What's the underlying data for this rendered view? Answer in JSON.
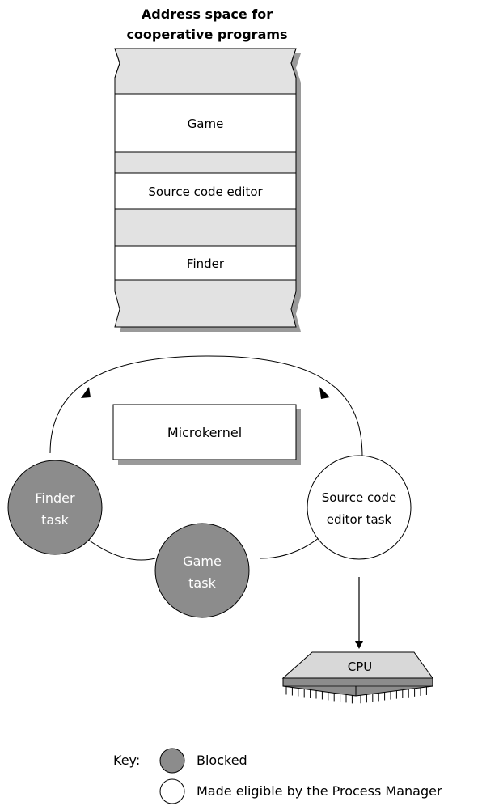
{
  "address_space": {
    "title_line1": "Address space for",
    "title_line2": "cooperative programs",
    "segments": [
      "Game",
      "Source code editor",
      "Finder"
    ]
  },
  "microkernel": {
    "label": "Microkernel"
  },
  "tasks": {
    "finder": {
      "line1": "Finder",
      "line2": "task",
      "state": "blocked"
    },
    "game": {
      "line1": "Game",
      "line2": "task",
      "state": "blocked"
    },
    "source_editor": {
      "line1": "Source code",
      "line2": "editor task",
      "state": "eligible"
    }
  },
  "cpu": {
    "label": "CPU"
  },
  "key": {
    "title": "Key:",
    "blocked": "Blocked",
    "eligible": "Made eligible by the Process Manager"
  },
  "colors": {
    "blocked_fill": "#8c8c8c",
    "free_memory": "#e2e2e2",
    "outline": "#000000"
  }
}
